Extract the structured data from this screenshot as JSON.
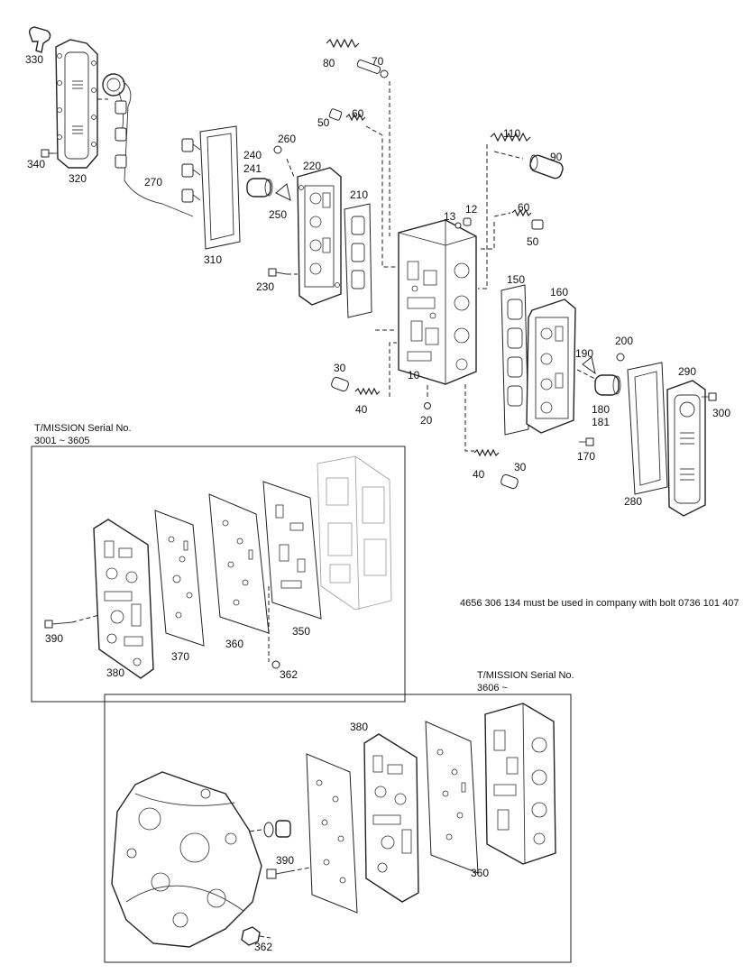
{
  "callouts": {
    "c330": "330",
    "c320": "320",
    "c340": "340",
    "c270": "270",
    "c310": "310",
    "c80": "80",
    "c70": "70",
    "c50a": "50",
    "c60a": "60",
    "c260": "260",
    "c240": "240",
    "c241": "241",
    "c220": "220",
    "c250": "250",
    "c210": "210",
    "c230": "230",
    "c110": "110",
    "c90": "90",
    "c13": "13",
    "c12": "12",
    "c60b": "60",
    "c50b": "50",
    "c150": "150",
    "c160": "160",
    "c190": "190",
    "c200": "200",
    "c290": "290",
    "c300": "300",
    "c180": "180",
    "c181": "181",
    "c170": "170",
    "c30a": "30",
    "c40a": "40",
    "c10": "10",
    "c20": "20",
    "c40b": "40",
    "c30b": "30",
    "c280": "280",
    "c390a": "390",
    "c380a": "380",
    "c370": "370",
    "c360a": "360",
    "c350": "350",
    "c362a": "362",
    "c380b": "380",
    "c390b": "390",
    "c360b": "360",
    "c362b": "362"
  },
  "notes": {
    "serial_a_title": "T/MISSION Serial No.",
    "serial_a_range": "3001 ~ 3605",
    "serial_b_title": "T/MISSION Serial No.",
    "serial_b_range": "3606 ~",
    "bolt_note": "4656 306 134 must be used in company with bolt 0736 101 407"
  }
}
